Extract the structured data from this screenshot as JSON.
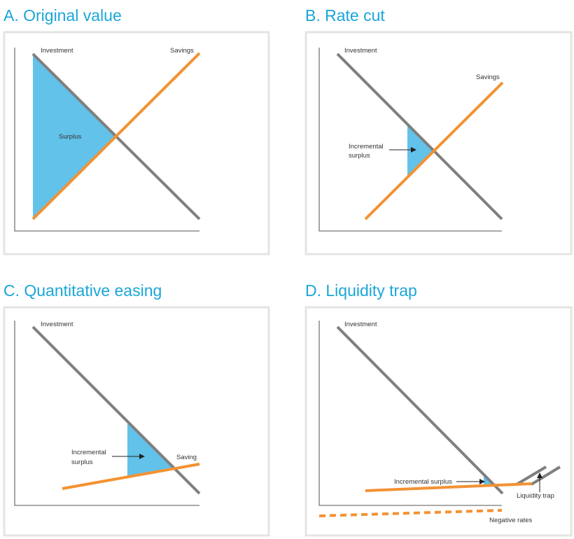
{
  "panels": [
    {
      "title": "A. Original value",
      "labels": {
        "investment": "Investment",
        "savings": "Savings",
        "surplus": "Surplus"
      }
    },
    {
      "title": "B. Rate cut",
      "labels": {
        "investment": "Investment",
        "savings": "Savings",
        "surplus_line1": "Incremental",
        "surplus_line2": "surplus"
      }
    },
    {
      "title": "C. Quantitative easing",
      "labels": {
        "investment": "Investment",
        "saving": "Saving",
        "surplus_line1": "Incremental",
        "surplus_line2": "surplus"
      }
    },
    {
      "title": "D. Liquidity trap",
      "labels": {
        "investment": "Investment",
        "surplus": "Incremental surplus",
        "liquidity_trap": "Liquidity trap",
        "negative_rates": "Negative rates"
      }
    }
  ],
  "colors": {
    "title": "#1aa6d9",
    "investment": "#7f7f7f",
    "savings": "#f39233",
    "surplus": "#62c2ea"
  }
}
